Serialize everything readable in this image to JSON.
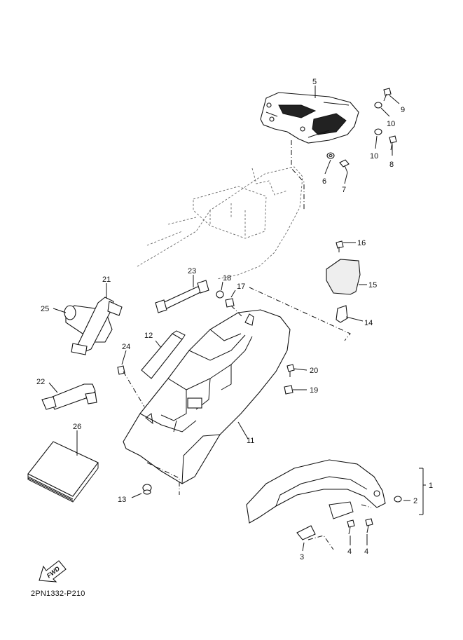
{
  "diagram": {
    "drawing_code": "2PN1332-P210",
    "fwd_label": "FWD",
    "callouts": {
      "c1": "1",
      "c2": "2",
      "c3": "3",
      "c4a": "4",
      "c4b": "4",
      "c5": "5",
      "c6": "6",
      "c7": "7",
      "c8": "8",
      "c9": "9",
      "c10a": "10",
      "c10b": "10",
      "c11": "11",
      "c12": "12",
      "c13": "13",
      "c14": "14",
      "c15": "15",
      "c16": "16",
      "c17": "17",
      "c18": "18",
      "c19": "19",
      "c20": "20",
      "c21": "21",
      "c22": "22",
      "c23": "23",
      "c24": "24",
      "c25": "25",
      "c26": "26"
    }
  }
}
